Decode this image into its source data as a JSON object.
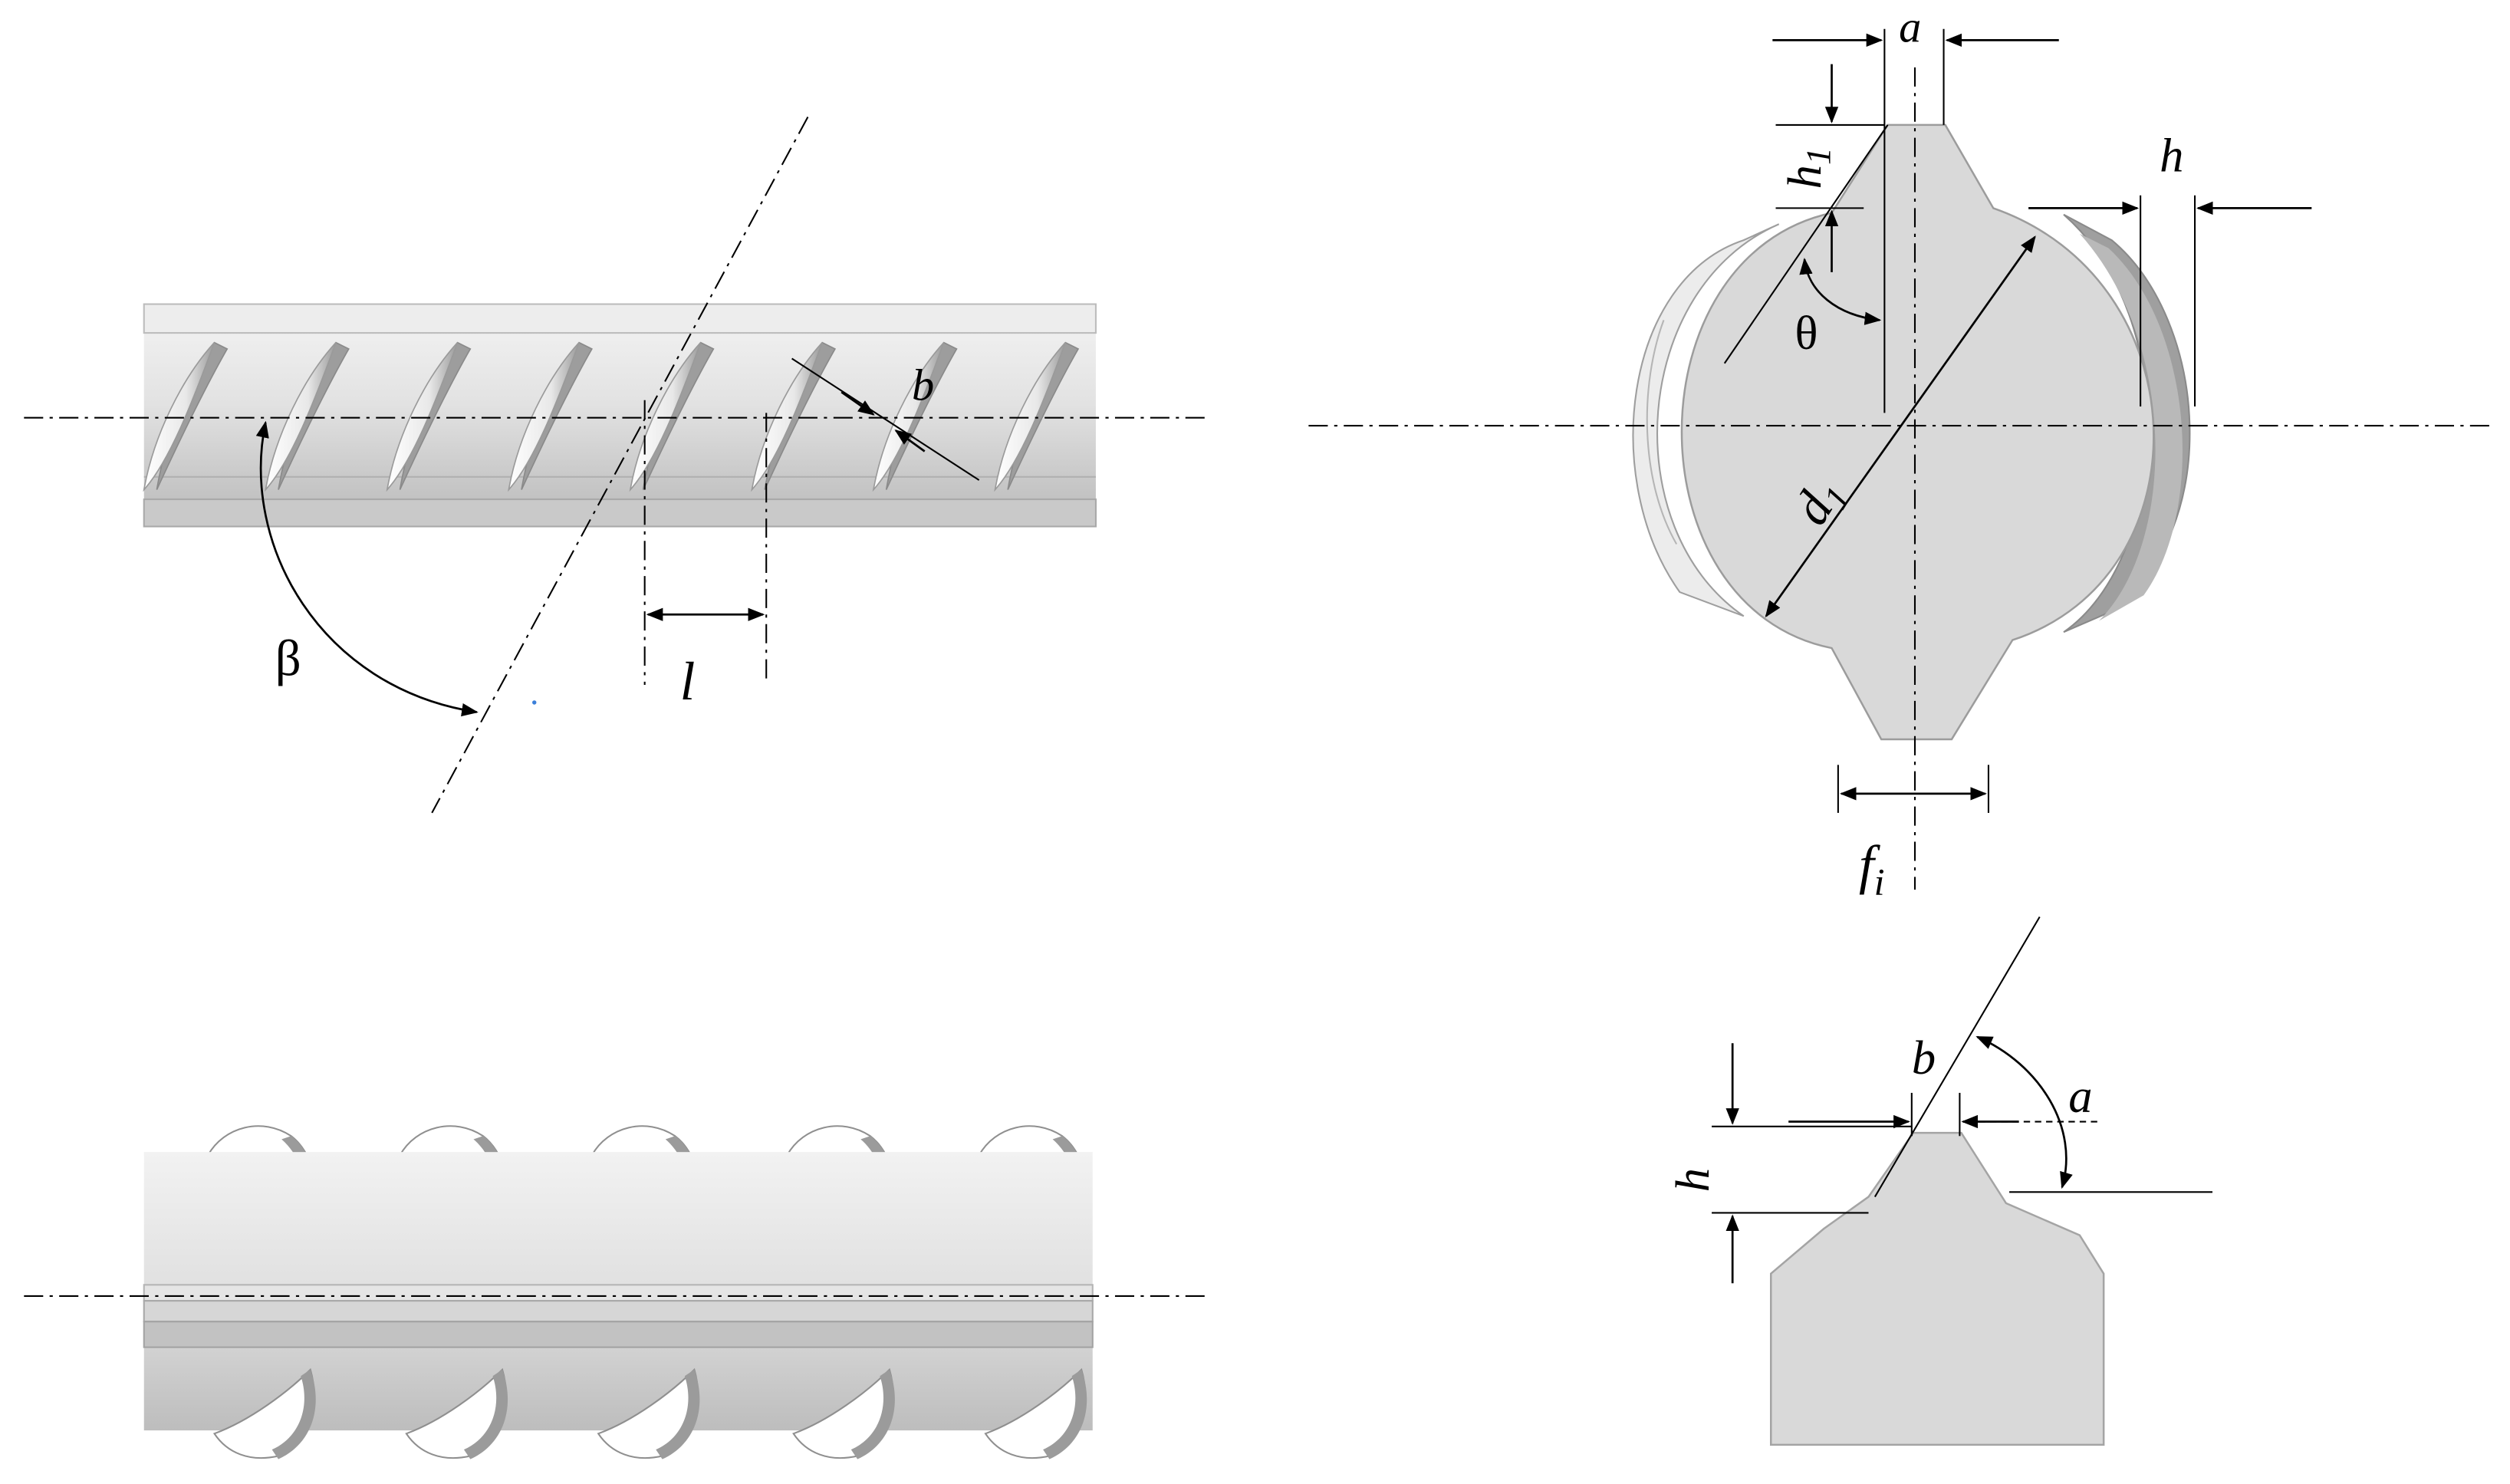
{
  "diagram": {
    "labels": {
      "beta": "β",
      "l": "l",
      "b_top": "b",
      "a_top": "a",
      "h1_main": "h",
      "h1_sub": "1",
      "theta": "θ",
      "h_right": "h",
      "d1_main": "d",
      "d1_sub": "1",
      "fi_main": "f",
      "fi_sub": "i",
      "b_rib": "b",
      "a_rib": "a",
      "h_rib": "h"
    }
  }
}
